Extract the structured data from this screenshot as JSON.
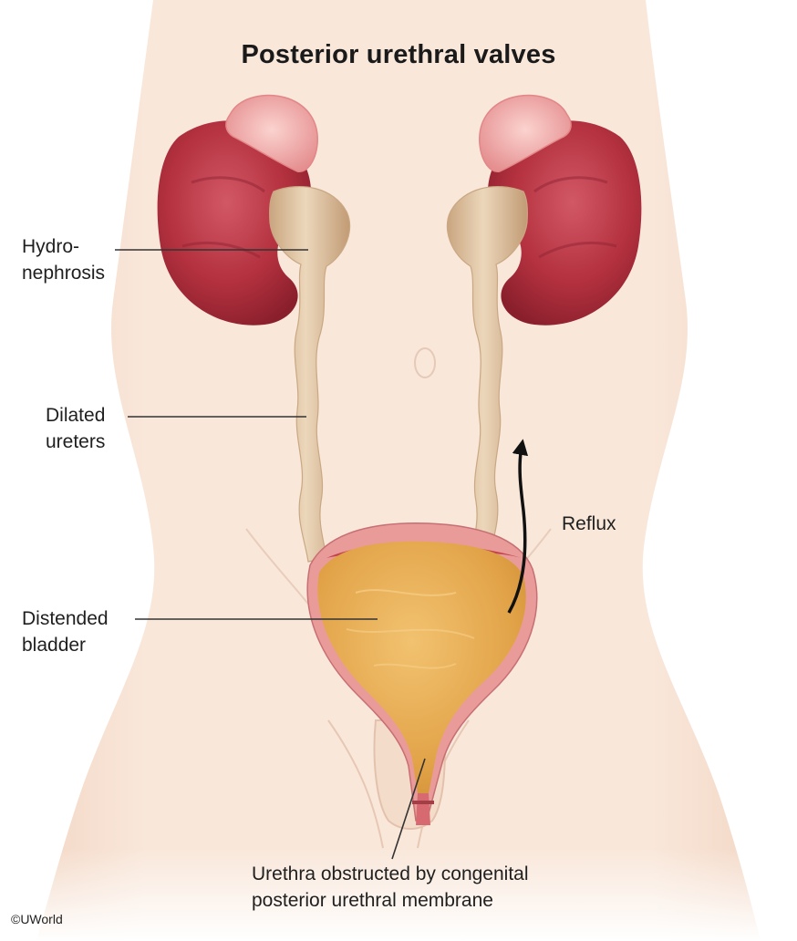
{
  "title": "Posterior urethral valves",
  "labels": {
    "hydronephrosis": [
      "Hydro-",
      "nephrosis"
    ],
    "dilated_ureters": [
      "Dilated",
      "ureters"
    ],
    "distended_bladder": [
      "Distended",
      "bladder"
    ],
    "reflux": "Reflux",
    "urethra": [
      "Urethra obstructed by congenital",
      "posterior urethral membrane"
    ]
  },
  "copyright": "©UWorld",
  "colors": {
    "skin": "#f8e4d6",
    "kidney": "#b4313f",
    "adrenal": "#f0a8a6",
    "ureter": "#dcc09d",
    "bladder": "#e7ae52",
    "bladder_wall": "#e79a98",
    "leader_line": "#333333"
  }
}
